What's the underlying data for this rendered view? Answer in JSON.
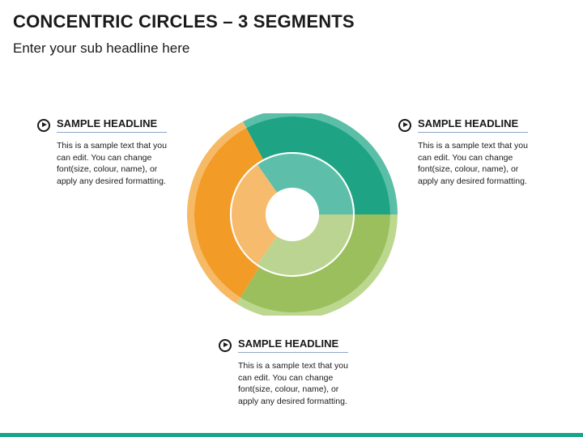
{
  "header": {
    "title": "CONCENTRIC CIRCLES – 3 SEGMENTS",
    "subtitle": "Enter your sub headline here"
  },
  "callouts": [
    {
      "headline": "SAMPLE HEADLINE",
      "body": "This is a sample text that you can edit. You can change font(size, colour, name), or apply any desired formatting.",
      "icon": "play-circle-icon"
    },
    {
      "headline": "SAMPLE HEADLINE",
      "body": "This is a sample text that you can edit. You can change font(size, colour, name), or apply any desired formatting.",
      "icon": "play-circle-icon"
    },
    {
      "headline": "SAMPLE HEADLINE",
      "body": "This is a sample text that you can edit. You can change font(size, colour, name), or apply any desired formatting.",
      "icon": "play-circle-icon"
    }
  ],
  "segments": [
    {
      "name": "green-segment",
      "outer": "#1fa385",
      "rim": "#5bbfa8",
      "inner": "#5dbfa9"
    },
    {
      "name": "lime-segment",
      "outer": "#9bbf5c",
      "rim": "#bcd88f",
      "inner": "#bcd492"
    },
    {
      "name": "orange-segment",
      "outer": "#f39b27",
      "rim": "#f6ba66",
      "inner": "#f7bb6d"
    }
  ],
  "colors": {
    "accent": "#1aa58a",
    "text": "#1a1a1a",
    "underline": "#8fa6c9"
  }
}
